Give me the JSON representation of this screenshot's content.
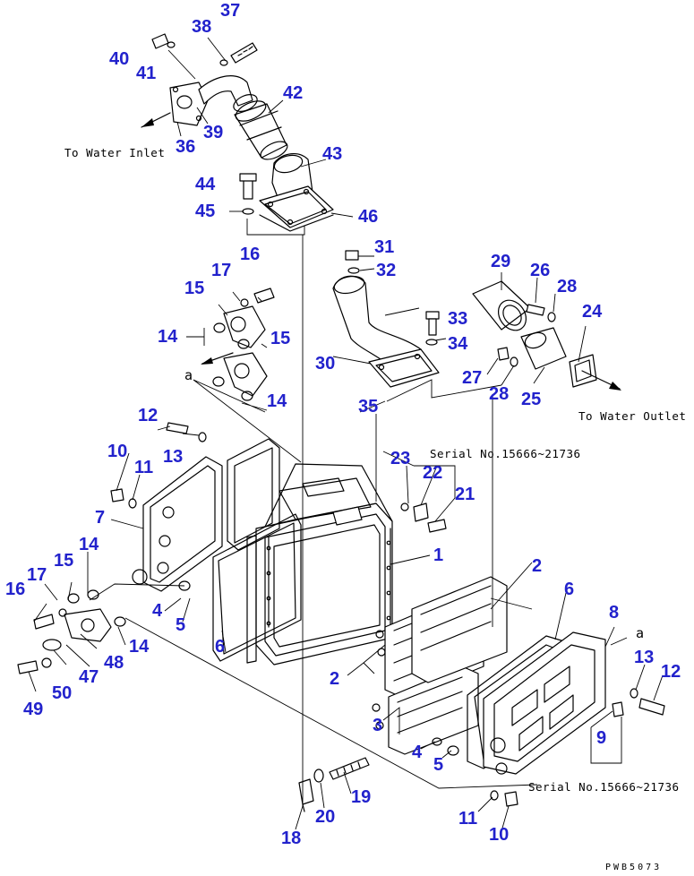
{
  "labels": {
    "p1": "1",
    "p2a": "2",
    "p2b": "2",
    "p3": "3",
    "p4a": "4",
    "p4b": "4",
    "p5a": "5",
    "p5b": "5",
    "p6a": "6",
    "p6b": "6",
    "p7": "7",
    "p8": "8",
    "p9": "9",
    "p10a": "10",
    "p10b": "10",
    "p11a": "11",
    "p11b": "11",
    "p12a": "12",
    "p12b": "12",
    "p13a": "13",
    "p13b": "13",
    "p14a": "14",
    "p14b": "14",
    "p14c": "14",
    "p14d": "14",
    "p15a": "15",
    "p15b": "15",
    "p15c": "15",
    "p16a": "16",
    "p16b": "16",
    "p17a": "17",
    "p17b": "17",
    "p18": "18",
    "p19": "19",
    "p20": "20",
    "p21": "21",
    "p22": "22",
    "p23": "23",
    "p24": "24",
    "p25": "25",
    "p26": "26",
    "p27": "27",
    "p28a": "28",
    "p28b": "28",
    "p29": "29",
    "p30": "30",
    "p31": "31",
    "p32": "32",
    "p33": "33",
    "p34": "34",
    "p35": "35",
    "p36": "36",
    "p37": "37",
    "p38": "38",
    "p39": "39",
    "p40": "40",
    "p41": "41",
    "p42": "42",
    "p43": "43",
    "p44": "44",
    "p45": "45",
    "p46": "46",
    "p47": "47",
    "p48": "48",
    "p49": "49",
    "p50": "50"
  },
  "notes": {
    "water_inlet": "To Water Inlet",
    "water_outlet": "To Water Outlet",
    "serial_top": "Serial No.15666~21736",
    "serial_bottom": "Serial No.15666~21736",
    "ref_a_left": "a",
    "ref_a_right": "a",
    "drawing_code": "PWB5073"
  },
  "colors": {
    "callout": "#2222cc",
    "line": "#000000"
  }
}
